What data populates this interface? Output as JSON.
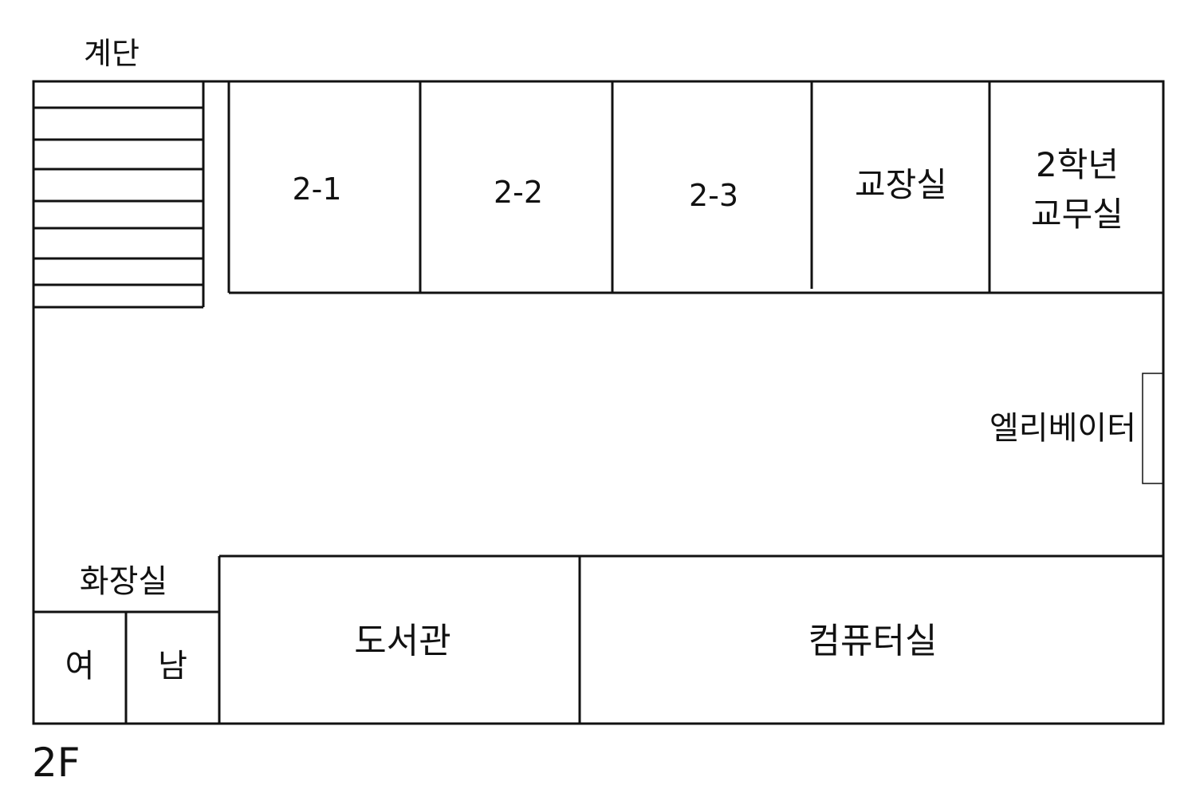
{
  "floor": "2F",
  "stairs": {
    "label": "계단"
  },
  "rooms": {
    "class_2_1": "2-1",
    "class_2_2": "2-2",
    "class_2_3": "2-3",
    "principal": "교장실",
    "grade2_office_line1": "2학년",
    "grade2_office_line2": "교무실",
    "library": "도서관",
    "computer_lab": "컴퓨터실"
  },
  "restroom": {
    "label": "화장실",
    "female": "여",
    "male": "남"
  },
  "elevator": {
    "label": "엘리베이터"
  }
}
